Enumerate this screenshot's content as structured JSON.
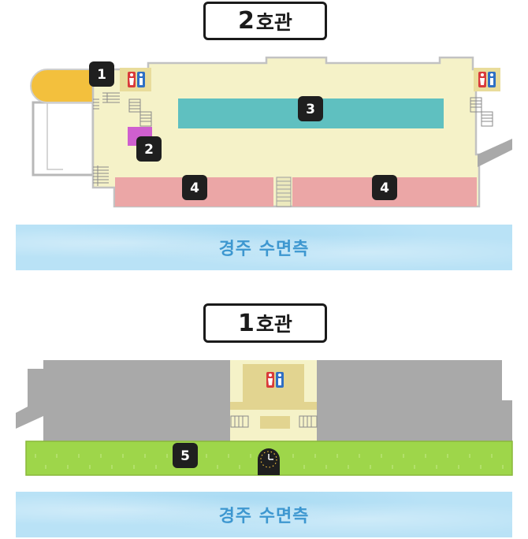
{
  "building2": {
    "number": "2",
    "name": "호관",
    "markers": [
      "1",
      "2",
      "3",
      "4",
      "4"
    ],
    "water_label": "경주 수면측"
  },
  "building1": {
    "number": "1",
    "name": "호관",
    "markers": [
      "5"
    ],
    "water_label": "경주 수면측"
  },
  "icons": [
    "restroom-icon",
    "stairs-icon",
    "escalator-icon",
    "clock-icon"
  ],
  "colors": {
    "floor": "#f5f2c8",
    "stand_orange": "#f3c03d",
    "pool_teal": "#5fc0c0",
    "seating_pink": "#eba6a6",
    "booth_magenta": "#cf5fcf",
    "grass_green": "#9ed64a",
    "building_gray": "#a9a9a9",
    "water_blue": "#b9e2f6",
    "label_blue": "#3d97d0",
    "marker_black": "#1f1f1f"
  }
}
